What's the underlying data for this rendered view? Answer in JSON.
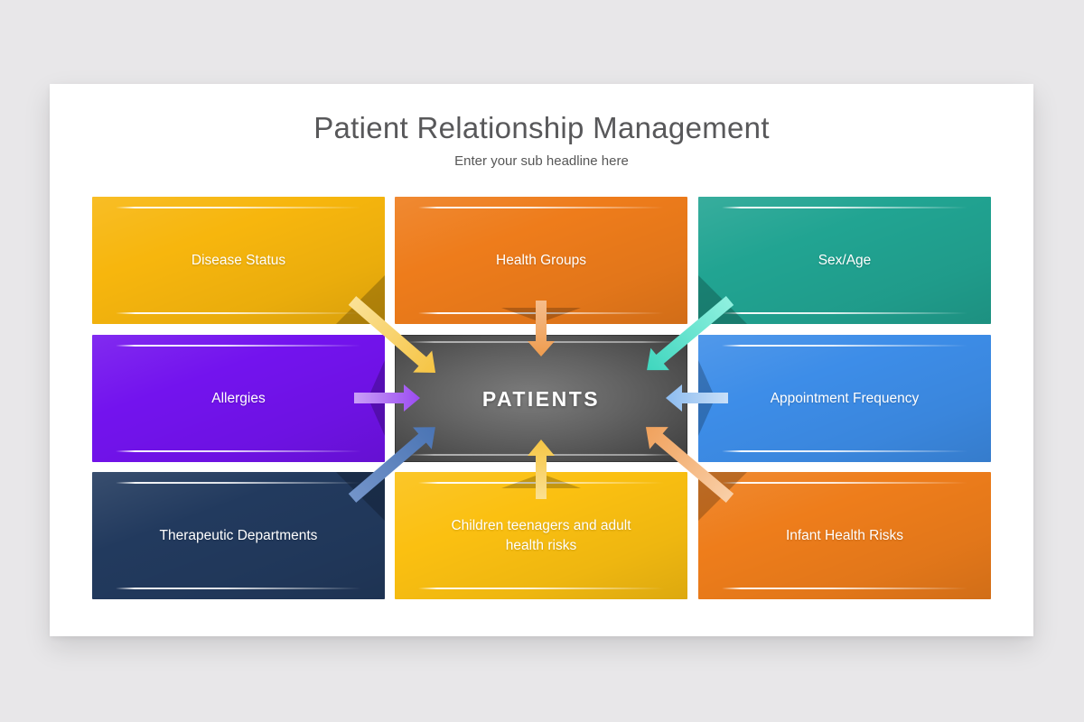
{
  "page": {
    "background": "#e8e7e9"
  },
  "slide": {
    "background": "#ffffff"
  },
  "header": {
    "title": "Patient Relationship Management",
    "subtitle": "Enter your sub headline here",
    "title_color": "#58585a"
  },
  "center_box": {
    "label": "PATIENTS",
    "text_color": "#ffffff",
    "color_center": "#7c7c7c",
    "color_edge": "#3c3c3c"
  },
  "boxes": [
    {
      "id": "disease-status",
      "label": "Disease Status",
      "color": "#f7b60d",
      "row": 1,
      "col": 1
    },
    {
      "id": "health-groups",
      "label": "Health Groups",
      "color": "#ee7c1b",
      "row": 1,
      "col": 2
    },
    {
      "id": "sex-age",
      "label": "Sex/Age",
      "color": "#21a492",
      "row": 1,
      "col": 3
    },
    {
      "id": "allergies",
      "label": "Allergies",
      "color": "#7313ee",
      "row": 2,
      "col": 1
    },
    {
      "id": "appointment-frequency",
      "label": "Appointment Frequency",
      "color": "#3d8de8",
      "row": 2,
      "col": 3
    },
    {
      "id": "therapeutic-departments",
      "label": "Therapeutic Departments",
      "color": "#223a5e",
      "row": 3,
      "col": 1
    },
    {
      "id": "children-teenagers-adult",
      "label": "Children teenagers and adult health risks",
      "color": "#fbc011",
      "row": 3,
      "col": 2
    },
    {
      "id": "infant-health-risks",
      "label": "Infant Health Risks",
      "color": "#ee7d1b",
      "row": 3,
      "col": 3
    }
  ],
  "arrows": [
    {
      "id": "arrow-disease-to-patients",
      "from": "Disease Status",
      "direction": "down-right",
      "color_from": "#fae196",
      "color_to": "#f6c443"
    },
    {
      "id": "arrow-health-groups-to-patients",
      "from": "Health Groups",
      "direction": "down",
      "color_from": "#f6bd8b",
      "color_to": "#ee9c4f"
    },
    {
      "id": "arrow-sex-age-to-patients",
      "from": "Sex/Age",
      "direction": "down-left",
      "color_from": "#8ff0df",
      "color_to": "#3fd6be"
    },
    {
      "id": "arrow-allergies-to-patients",
      "from": "Allergies",
      "direction": "right",
      "color_from": "#c9a0f6",
      "color_to": "#9b4bf2"
    },
    {
      "id": "arrow-appointment-to-patients",
      "from": "Appointment Frequency",
      "direction": "left",
      "color_from": "#c8dff8",
      "color_to": "#8dbcf0"
    },
    {
      "id": "arrow-therapeutic-to-patients",
      "from": "Therapeutic Departments",
      "direction": "up-right",
      "color_from": "#7394c9",
      "color_to": "#4a74b4"
    },
    {
      "id": "arrow-children-to-patients",
      "from": "Children teenagers and adult health risks",
      "direction": "up",
      "color_from": "#fbe091",
      "color_to": "#f6c544"
    },
    {
      "id": "arrow-infant-to-patients",
      "from": "Infant Health Risks",
      "direction": "up-left",
      "color_from": "#f9cfa7",
      "color_to": "#f0a15c"
    }
  ]
}
